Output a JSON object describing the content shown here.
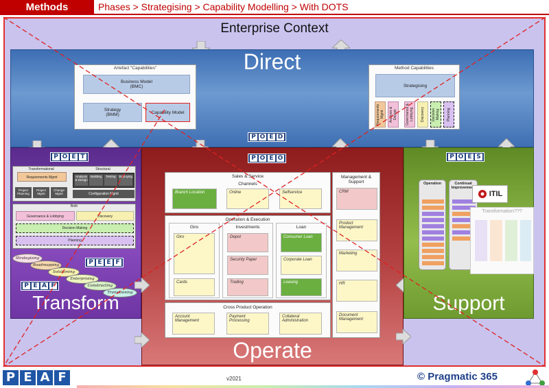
{
  "header": {
    "methods_label": "Methods",
    "breadcrumb": "Phases > Strategising > Capability Modelling > With DOTS"
  },
  "enterprise": {
    "title": "Enterprise Context"
  },
  "direct": {
    "title": "Direct",
    "badge": [
      "P",
      "O",
      "E",
      "D"
    ],
    "artefact_panel": {
      "title": "Artefact \"Capabilities\"",
      "business_model": [
        "Business Model",
        "(BMC)"
      ],
      "strategy": [
        "Strategy",
        "(BMM)"
      ],
      "capability_model": "Capability Model"
    },
    "method_panel": {
      "title": "Method Capabilities",
      "strategising": "Strategising",
      "bars": [
        "Requirements Mgmt",
        "Analysis & Design",
        "Governance & Lobbying",
        "Discovery",
        "Decision Making",
        "Planning"
      ]
    }
  },
  "transform": {
    "title": "Transform",
    "poet_badge": [
      "P",
      "O",
      "E",
      "T"
    ],
    "peef_badge": [
      "P",
      "E",
      "E",
      "F"
    ],
    "peaf_badge": [
      "P",
      "E",
      "A",
      "F"
    ],
    "transformational": "Transformational",
    "requirements": "Requirements Mgmt",
    "project_mgmt": [
      "Project Planning",
      "Project Mgmt",
      "Change Mgmt"
    ],
    "structural": "Structural",
    "structural_items": [
      "Analysis & Design",
      "Building",
      "Testing",
      "Deploying"
    ],
    "configuration": "Configuration Mgmt",
    "both": "Both",
    "governance": "Governance & Lobbying",
    "discovery": "Discovery",
    "decision": "Decision Making",
    "planning": "Planning",
    "ovals": [
      "Strategising",
      "Roadmapping",
      "Solutioning",
      "Enterprising",
      "Constructing",
      "Transitioning"
    ]
  },
  "operate": {
    "title": "Operate",
    "badge": [
      "P",
      "O",
      "E",
      "O"
    ],
    "sales": {
      "title": "Sales & Service",
      "channels": "Channels",
      "cells": [
        "Branch Location",
        "Online",
        "Selfservice"
      ]
    },
    "management": {
      "title": "Management & Support",
      "cells": [
        "CRM",
        "Product Management",
        "Marketing",
        "HR",
        "Document Management"
      ]
    },
    "operation": {
      "title": "Operation & Execution",
      "giro": "Giro",
      "giro_cells": [
        "Giro",
        "Cards"
      ],
      "investments": "Investments",
      "investment_cells": [
        "Depot",
        "Security Paper",
        "Trading"
      ],
      "loan": "Loan",
      "loan_cells": [
        "Consumer Loan",
        "Corporate Loan",
        "Leasing"
      ]
    },
    "cross": {
      "title": "Cross Product Operation",
      "cells": [
        "Account Management",
        "Payment Processing",
        "Collateral Administration"
      ]
    }
  },
  "support": {
    "title": "Support",
    "badge": [
      "P",
      "O",
      "E",
      "S"
    ],
    "operation_label": "Operation",
    "continual_label": "Continual Improvement",
    "itil": "ITIL",
    "transformation": "Transformation???"
  },
  "footer": {
    "logo": [
      "P",
      "E",
      "A",
      "F"
    ],
    "version": "v2021",
    "copyright": "© Pragmatic 365"
  }
}
